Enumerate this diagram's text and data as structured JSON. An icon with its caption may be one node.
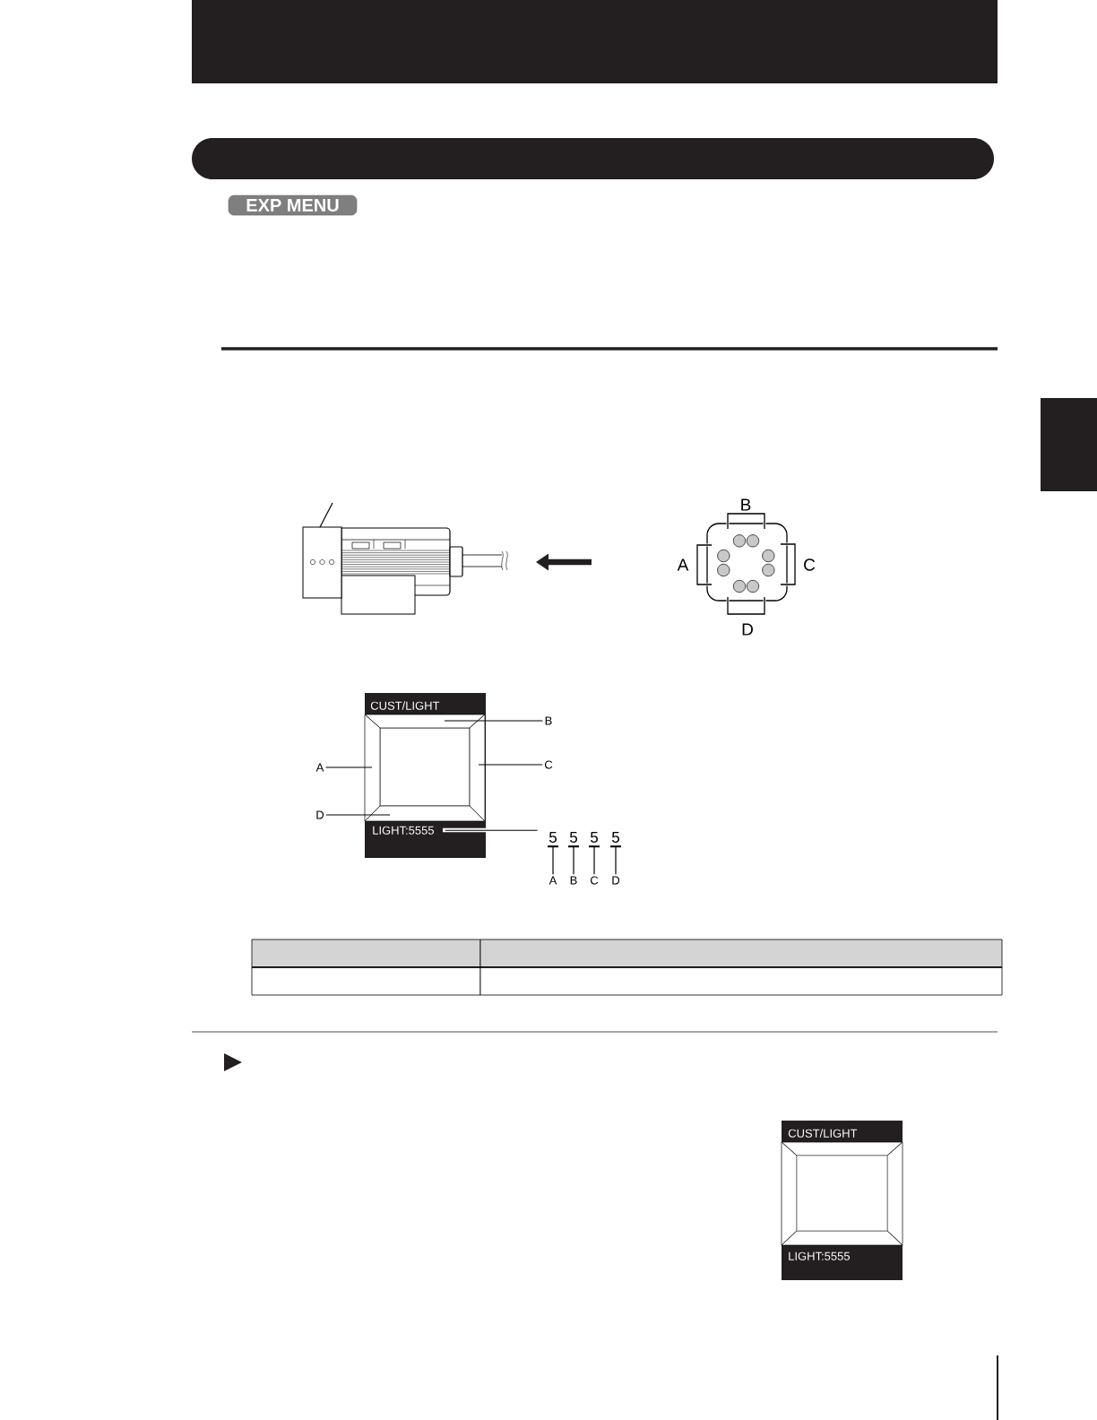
{
  "diagram": {
    "nodes": [
      {
        "text": [],
        "shape": "box"
      },
      {
        "text": [],
        "shape": "bar"
      },
      {
        "text": [
          "EXP MENU"
        ]
      },
      {
        "text": [],
        "shape": "box"
      },
      {
        "text": [],
        "shape": "picture"
      },
      {
        "text": [
          "CUST/LIGHT"
        ]
      },
      {
        "text": [],
        "shape": "trapezoid",
        "in": 5
      },
      {
        "text": [],
        "shape": "trapezoid",
        "in": 5
      },
      {
        "text": [],
        "shape": "trapezoid",
        "in": 5
      },
      {
        "text": [],
        "shape": "trapezoid",
        "in": 5
      },
      {
        "text": [
          "LIGHT:5555"
        ],
        "in": 5
      },
      {
        "text": [
          "B"
        ]
      },
      {
        "text": [
          "A"
        ]
      },
      {
        "text": [
          "C"
        ]
      },
      {
        "text": [
          "D"
        ]
      },
      {
        "text": [
          "5"
        ]
      },
      {
        "text": [
          "5"
        ]
      },
      {
        "text": [
          "5"
        ]
      },
      {
        "text": [
          "5"
        ]
      },
      {
        "text": [
          "A"
        ]
      },
      {
        "text": [
          "B"
        ]
      },
      {
        "text": [
          "C"
        ]
      },
      {
        "text": [
          "D"
        ]
      },
      {
        "text": [
          "CUST/LIGHT",
          "LIGHT:5555"
        ]
      }
    ],
    "edges": [
      {
        "from": null,
        "to": 4,
        "arrow": "none"
      },
      {
        "from": 11,
        "to": 6,
        "arrow": "none"
      },
      {
        "from": 12,
        "to": 7,
        "arrow": "none"
      },
      {
        "from": 13,
        "to": 8,
        "arrow": "none"
      },
      {
        "from": 14,
        "to": 9,
        "arrow": "none"
      },
      {
        "from": 10,
        "to": 15,
        "arrow": "none"
      },
      {
        "from": 19,
        "to": 15,
        "arrow": "other"
      },
      {
        "from": 20,
        "to": 16,
        "arrow": "other"
      },
      {
        "from": 21,
        "to": 17,
        "arrow": "other"
      },
      {
        "from": 22,
        "to": 18,
        "arrow": "other"
      }
    ],
    "labels": [
      "B",
      "A",
      "C",
      "D"
    ]
  }
}
